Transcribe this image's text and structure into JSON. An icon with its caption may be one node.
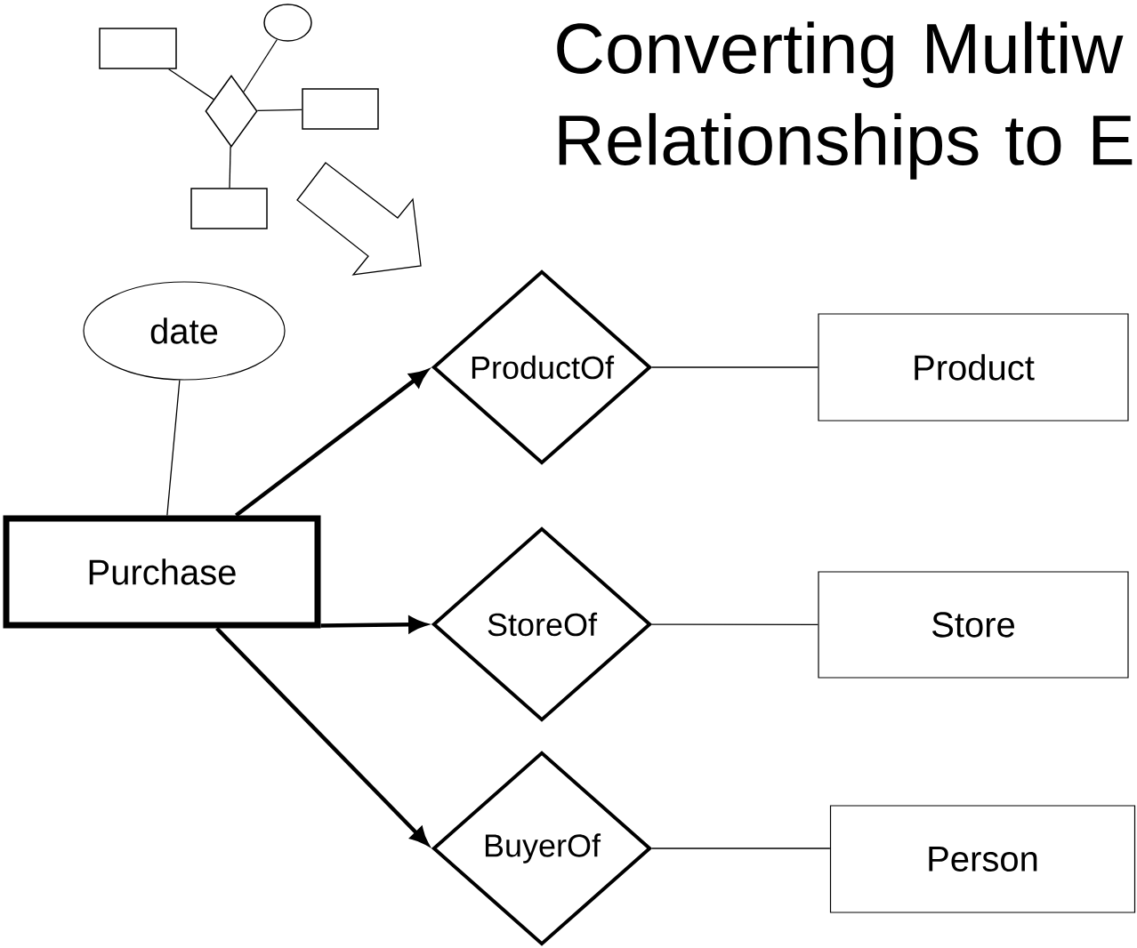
{
  "diagram": {
    "title": "Converting Multiw Relationships to E",
    "nodes": [
      {
        "text": [],
        "shape": "box"
      },
      {
        "text": [],
        "shape": "circle"
      },
      {
        "text": [],
        "shape": "diamond"
      },
      {
        "text": [],
        "shape": "box"
      },
      {
        "text": [],
        "shape": "box"
      },
      {
        "text": [
          "date"
        ]
      },
      {
        "text": [
          "ProductOf"
        ]
      },
      {
        "text": [
          "Product"
        ]
      },
      {
        "text": [
          "Purchase"
        ]
      },
      {
        "text": [
          "StoreOf"
        ]
      },
      {
        "text": [
          "Store"
        ]
      },
      {
        "text": [
          "BuyerOf"
        ]
      },
      {
        "text": [
          "Person"
        ]
      }
    ],
    "edges": [
      {
        "from": 2,
        "to": 0,
        "arrow": "none"
      },
      {
        "from": 2,
        "to": 1,
        "arrow": "none"
      },
      {
        "from": 2,
        "to": 3,
        "arrow": "none"
      },
      {
        "from": 2,
        "to": 4,
        "arrow": "none"
      },
      {
        "from": 5,
        "to": 8,
        "arrow": "none"
      },
      {
        "from": 8,
        "to": 6,
        "arrow": "to",
        "style": "thick"
      },
      {
        "from": 6,
        "to": 7,
        "arrow": "none"
      },
      {
        "from": 8,
        "to": 9,
        "arrow": "to",
        "style": "thick"
      },
      {
        "from": 9,
        "to": 10,
        "arrow": "none"
      },
      {
        "from": 8,
        "to": 11,
        "arrow": "to",
        "style": "thick"
      },
      {
        "from": 11,
        "to": 12,
        "arrow": "none"
      }
    ]
  }
}
